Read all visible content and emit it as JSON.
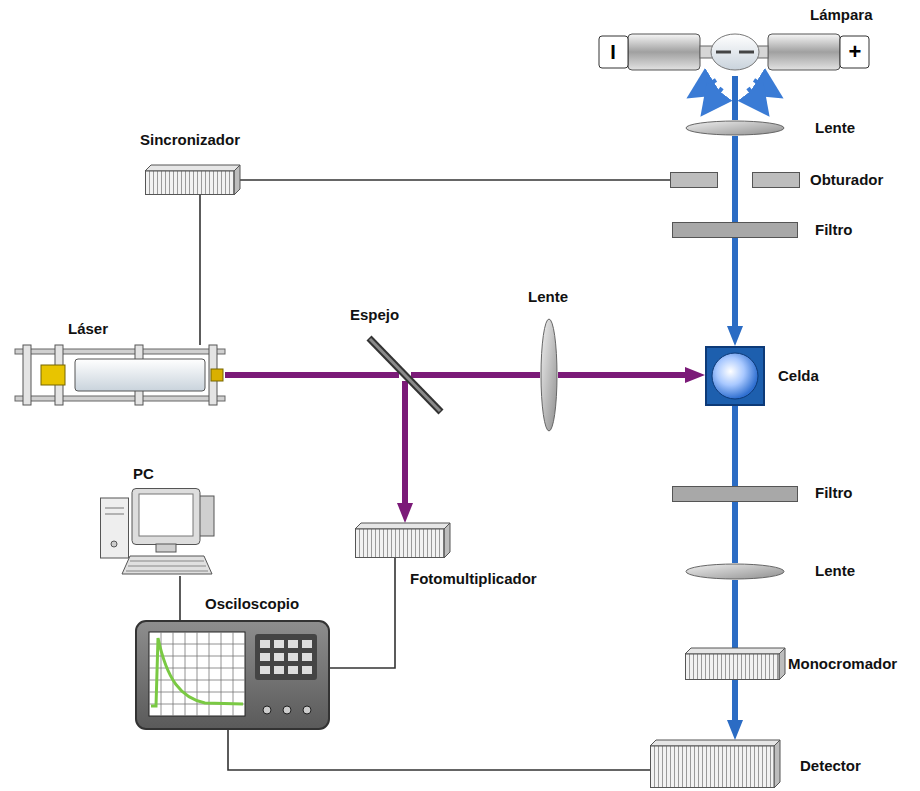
{
  "diagram": {
    "nodes": [
      {
        "text": [
          "Lámpara"
        ]
      },
      {
        "text": [
          "Lente"
        ]
      },
      {
        "text": [
          "Obturador"
        ]
      },
      {
        "text": [
          "Filtro"
        ]
      },
      {
        "text": [
          "Sincronizador"
        ]
      },
      {
        "text": [
          "Láser"
        ]
      },
      {
        "text": [
          "Espejo"
        ]
      },
      {
        "text": [
          "Lente"
        ]
      },
      {
        "text": [
          "Celda"
        ]
      },
      {
        "text": [
          "PC"
        ]
      },
      {
        "text": [
          "Filtro"
        ]
      },
      {
        "text": [
          "Lente"
        ]
      },
      {
        "text": [
          "Osciloscopio"
        ]
      },
      {
        "text": [
          "Fotomultiplicador"
        ]
      },
      {
        "text": [
          "Monocromador"
        ]
      },
      {
        "text": [
          "Detector"
        ]
      }
    ],
    "edges": [
      {
        "from": 4,
        "to": 2,
        "arrow": "none"
      },
      {
        "from": 4,
        "to": 5,
        "arrow": "none"
      },
      {
        "from": 5,
        "to": 6,
        "arrow": "none"
      },
      {
        "from": 6,
        "to": 7,
        "arrow": "none"
      },
      {
        "from": 7,
        "to": 8,
        "arrow": "to"
      },
      {
        "from": 6,
        "to": 13,
        "arrow": "to"
      },
      {
        "from": 13,
        "to": 12,
        "arrow": "none"
      },
      {
        "from": 9,
        "to": 12,
        "arrow": "none"
      },
      {
        "from": 12,
        "to": 15,
        "arrow": "none"
      },
      {
        "from": 0,
        "to": 1,
        "arrow": "none"
      },
      {
        "from": 1,
        "to": 2,
        "arrow": "none"
      },
      {
        "from": 2,
        "to": 3,
        "arrow": "none"
      },
      {
        "from": 3,
        "to": 8,
        "arrow": "to"
      },
      {
        "from": 8,
        "to": 10,
        "arrow": "none"
      },
      {
        "from": 10,
        "to": 11,
        "arrow": "none"
      },
      {
        "from": 11,
        "to": 14,
        "arrow": "none"
      },
      {
        "from": 14,
        "to": 15,
        "arrow": "to"
      }
    ],
    "labels": [
      "I",
      "+"
    ]
  }
}
